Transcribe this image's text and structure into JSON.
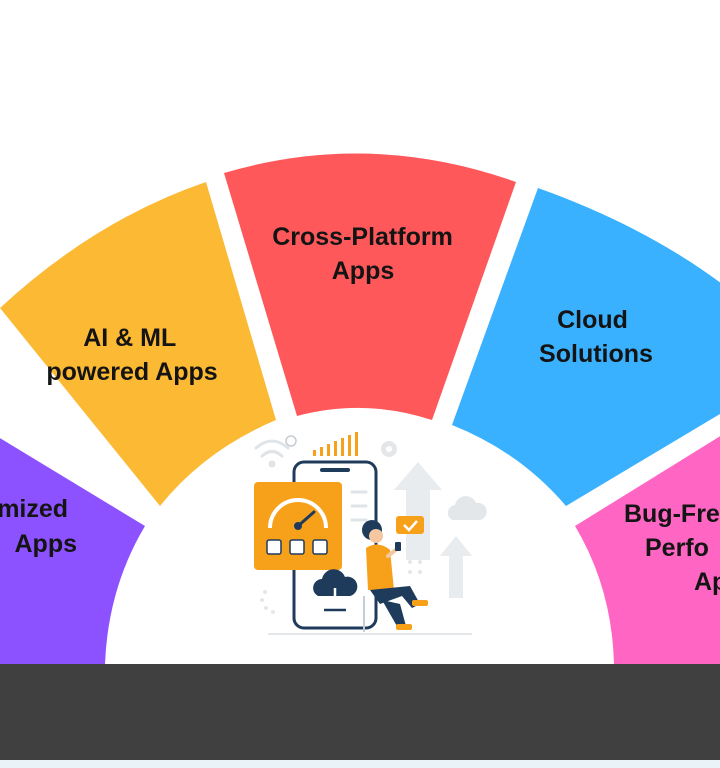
{
  "segments": [
    {
      "line1": "mized",
      "line2": "Apps",
      "color": "#8c52ff"
    },
    {
      "line1": "AI & ML",
      "line2": "powered Apps",
      "color": "#fbb934"
    },
    {
      "line1": "Cross-Platform",
      "line2": "Apps",
      "color": "#fe585a"
    },
    {
      "line1": "Cloud",
      "line2": "Solutions",
      "color": "#3ab1fe"
    },
    {
      "line1": "Bug-Fre",
      "line2": "Perfo",
      "line3": "Ap",
      "color": "#ff66c4"
    }
  ],
  "illustration": {
    "accent": "#f7a11a",
    "icons": [
      "wifi-icon",
      "signal-bars-icon",
      "gear-icon",
      "speedometer-icon",
      "cloud-download-icon",
      "upload-arrow-icon",
      "cloud-icon",
      "checkmark-icon"
    ]
  },
  "footer": {
    "color": "#404040"
  }
}
